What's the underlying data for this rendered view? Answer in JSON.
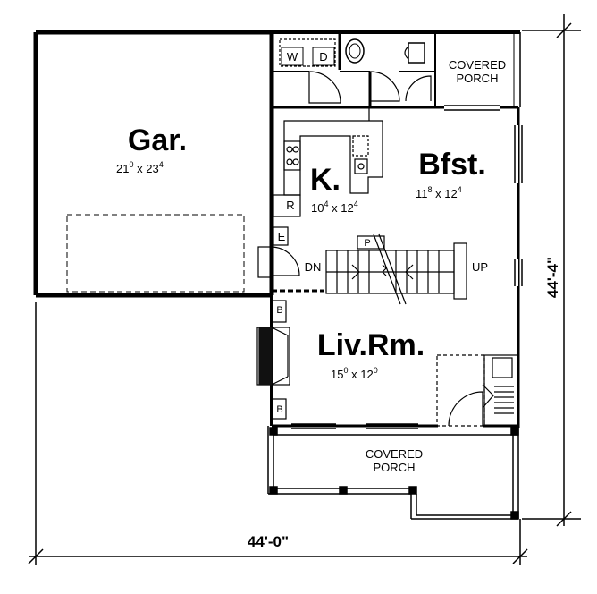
{
  "rooms": {
    "garage": {
      "name": "Gar.",
      "w": "21",
      "w_sup": "0",
      "x": "x",
      "h": "23",
      "h_sup": "4"
    },
    "kitchen": {
      "name": "K.",
      "w": "10",
      "w_sup": "4",
      "x": "x",
      "h": "12",
      "h_sup": "4"
    },
    "breakfast": {
      "name": "Bfst.",
      "w": "11",
      "w_sup": "8",
      "x": "x",
      "h": "12",
      "h_sup": "4"
    },
    "living": {
      "name": "Liv.Rm.",
      "w": "15",
      "w_sup": "0",
      "x": "x",
      "h": "12",
      "h_sup": "0"
    }
  },
  "porch_top": {
    "line1": "COVERED",
    "line2": "PORCH"
  },
  "porch_front": {
    "line1": "COVERED",
    "line2": "PORCH"
  },
  "labels": {
    "washer": "W",
    "dryer": "D",
    "refrigerator": "R",
    "e": "E",
    "pantry": "P",
    "down": "DN",
    "up": "UP",
    "bookcase_top": "B",
    "bookcase_bottom": "B"
  },
  "dimensions": {
    "width": "44'-0\"",
    "depth": "44'-4\""
  }
}
